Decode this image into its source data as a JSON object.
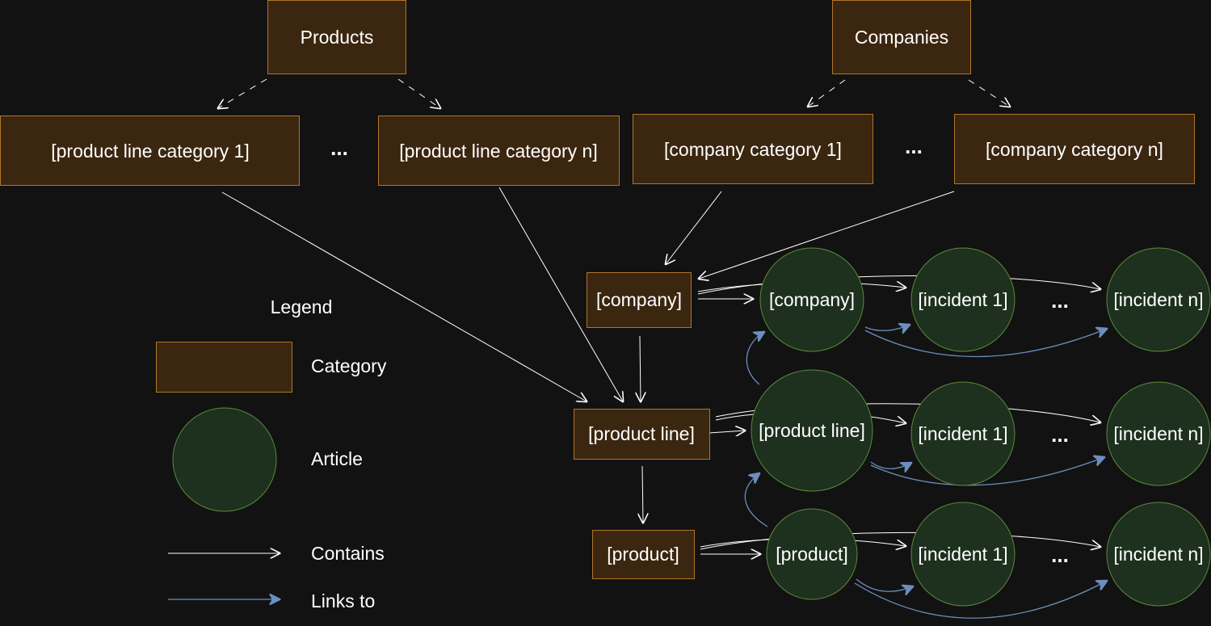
{
  "top": {
    "products": "Products",
    "companies": "Companies"
  },
  "categories": {
    "product_line_1": "[product line category 1]",
    "product_line_n": "[product line category n]",
    "company_1": "[company category 1]",
    "company_n": "[company category n]",
    "company": "[company]",
    "product_line": "[product line]",
    "product": "[product]"
  },
  "articles": {
    "company": "[company]",
    "product_line": "[product line]",
    "product": "[product]",
    "incident_1": "[incident 1]",
    "incident_n": "[incident n]"
  },
  "ellipsis": "...",
  "legend": {
    "title": "Legend",
    "category": "Category",
    "article": "Article",
    "contains": "Contains",
    "links_to": "Links to"
  },
  "colors": {
    "background": "#121212",
    "category_fill": "#3b2610",
    "category_stroke": "#b0752a",
    "article_fill": "#1e301e",
    "article_stroke": "#5a8a3c",
    "contains_arrow": "#ffffff",
    "link_arrow": "#6c8ebf"
  }
}
